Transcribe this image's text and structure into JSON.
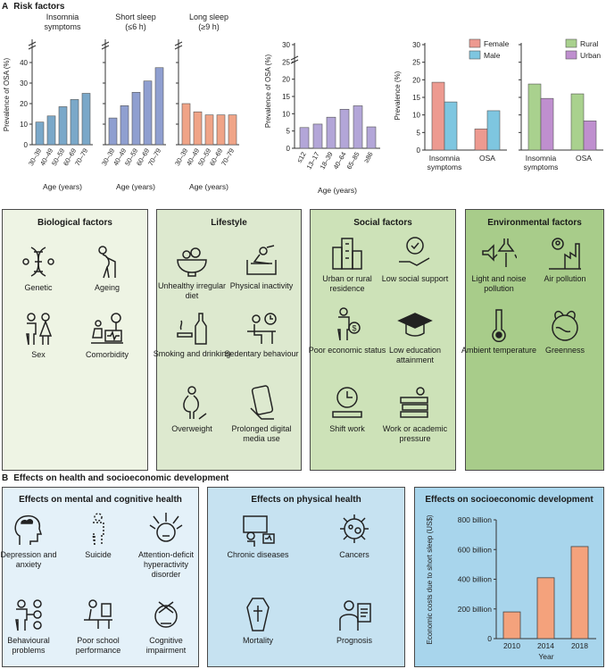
{
  "section_a": {
    "letter": "A",
    "title": "Risk factors"
  },
  "section_b": {
    "letter": "B",
    "title": "Effects on health and socioeconomic development"
  },
  "chart_data": [
    {
      "type": "bar",
      "panel": "age-groups",
      "ylabel": "Prevalence of OSA (%)",
      "yticks": [
        0,
        10,
        20,
        30,
        40
      ],
      "ylim": [
        0,
        40
      ],
      "groups": [
        {
          "name": "Insomnia symptoms",
          "categories": [
            "30–39",
            "40–49",
            "50–59",
            "60–69",
            "70–79"
          ],
          "values": [
            11,
            14,
            18.5,
            22,
            25
          ],
          "color": "#7aa8c9"
        },
        {
          "name": "Short sleep (≤6 h)",
          "categories": [
            "30–39",
            "40–49",
            "50–59",
            "60–69",
            "70–79"
          ],
          "values": [
            13,
            19,
            25.5,
            31,
            37.5
          ],
          "color": "#8f9fd0"
        },
        {
          "name": "Long sleep (≥9 h)",
          "categories": [
            "30–39",
            "40–49",
            "50–59",
            "60–69",
            "70–79"
          ],
          "values": [
            20,
            16,
            14.5,
            14.5,
            14.5
          ],
          "color": "#f0a487"
        }
      ],
      "xlabel": "Age (years)"
    },
    {
      "type": "bar",
      "panel": "age-bands",
      "ylabel": "Prevalence of OSA (%)",
      "yticks": [
        0,
        5,
        10,
        15,
        20,
        25,
        30
      ],
      "ylim": [
        0,
        30
      ],
      "categories": [
        "≤12",
        "13–17",
        "18–39",
        "40–64",
        "65–85",
        "≥86"
      ],
      "values": [
        6,
        7,
        9,
        11.3,
        12.3,
        6.2
      ],
      "color": "#b3a6d8",
      "xlabel": "Age (years)"
    },
    {
      "type": "bar",
      "panel": "sex-residence",
      "ylabel": "Prevalence (%)",
      "yticks": [
        0,
        5,
        10,
        15,
        20,
        25,
        30
      ],
      "ylim": [
        0,
        30
      ],
      "categories": [
        "Insomnia symptoms",
        "OSA"
      ],
      "sex_series": [
        {
          "name": "Female",
          "values": [
            19.3,
            6
          ],
          "color": "#ed9a90"
        },
        {
          "name": "Male",
          "values": [
            13.7,
            11.2
          ],
          "color": "#7ec6e0"
        }
      ],
      "residence_series": [
        {
          "name": "Rural",
          "values": [
            18.8,
            16
          ],
          "color": "#a9d18e"
        },
        {
          "name": "Urban",
          "values": [
            14.7,
            8.3
          ],
          "color": "#bf8fcf"
        }
      ]
    }
  ],
  "factors": {
    "biological": {
      "title": "Biological factors",
      "items": [
        "Genetic",
        "Ageing",
        "Sex",
        "Comorbidity"
      ]
    },
    "lifestyle": {
      "title": "Lifestyle",
      "items": [
        "Unhealthy irregular diet",
        "Physical inactivity",
        "Smoking and drinking",
        "Sedentary behaviour",
        "Overweight",
        "Prolonged digital media use"
      ]
    },
    "social": {
      "title": "Social factors",
      "items": [
        "Urban or rural residence",
        "Low social support",
        "Poor economic status",
        "Low education attainment",
        "Shift work",
        "Work or academic pressure"
      ]
    },
    "environmental": {
      "title": "Environmental factors",
      "items": [
        "Light and noise pollution",
        "Air pollution",
        "Ambient temperature",
        "Greenness"
      ]
    }
  },
  "effects": {
    "mental": {
      "title": "Effects on mental and cognitive health",
      "items": [
        "Depression and anxiety",
        "Suicide",
        "Attention-deficit hyperactivity disorder",
        "Behavioural problems",
        "Poor school performance",
        "Cognitive impairment"
      ]
    },
    "physical": {
      "title": "Effects on physical health",
      "items": [
        "Chronic diseases",
        "Cancers",
        "Mortality",
        "Prognosis"
      ]
    },
    "socioeconomic": {
      "title": "Effects on socioeconomic development",
      "chart_data": {
        "type": "bar",
        "categories": [
          "2010",
          "2014",
          "2018"
        ],
        "values": [
          180,
          410,
          620
        ],
        "yticks": [
          "0",
          "200 billion",
          "400 billion",
          "600 billion",
          "800 billion"
        ],
        "ylim": [
          0,
          800
        ],
        "ylabel": "Economic costs due to short sleep (US$)",
        "xlabel": "Year",
        "color": "#f4a27c"
      }
    }
  },
  "colors": {
    "green_light": "#eef4e4",
    "green_mid": "#dde9cf",
    "green_dark": "#a8cc8a",
    "blue_light": "#e4f1f9",
    "blue_mid": "#c6e2f1",
    "blue_dark": "#a8d5ec"
  }
}
